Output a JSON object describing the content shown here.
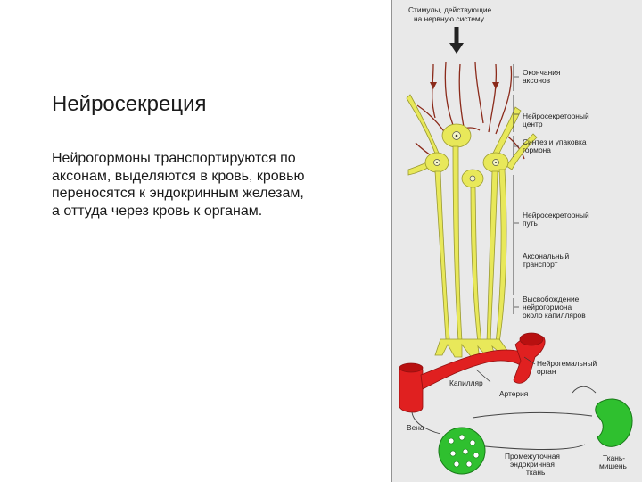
{
  "slide": {
    "title": "Нейросекреция",
    "text_lines": [
      "Нейрогормоны транспортируются по",
      "аксонам, выделяются в кровь, кровью",
      "переносятся к эндокринным железам,",
      "а оттуда через кровь к органам."
    ]
  },
  "diagram": {
    "stimulus": [
      "Стимулы, действующие",
      "на нервную систему"
    ],
    "labels": {
      "axon_endings": [
        "Окончания",
        "аксонов"
      ],
      "center": [
        "Нейросекреторный",
        "центр"
      ],
      "synthesis": [
        "Синтез и упаковка",
        "гормона"
      ],
      "pathway": [
        "Нейросекреторный",
        "путь"
      ],
      "transport": [
        "Аксональный",
        "транспорт"
      ],
      "release": [
        "Высвобождение",
        "нейрогормона",
        "около капилляров"
      ],
      "neurohemal": [
        "Нейрогемальный",
        "орган"
      ],
      "capillary": "Капилляр",
      "artery": "Артерия",
      "vein": "Вена",
      "intermediate": [
        "Промежуточная",
        "эндокринная",
        "ткань"
      ],
      "target": [
        "Ткань-",
        "мишень"
      ]
    },
    "colors": {
      "neuron": "#e8e85a",
      "neuron_outline": "#9a9a30",
      "vessel": "#e02020",
      "dendrite": "#8b2a1a",
      "gland": "#2fc02f",
      "panel": "#e9e9e9"
    }
  }
}
